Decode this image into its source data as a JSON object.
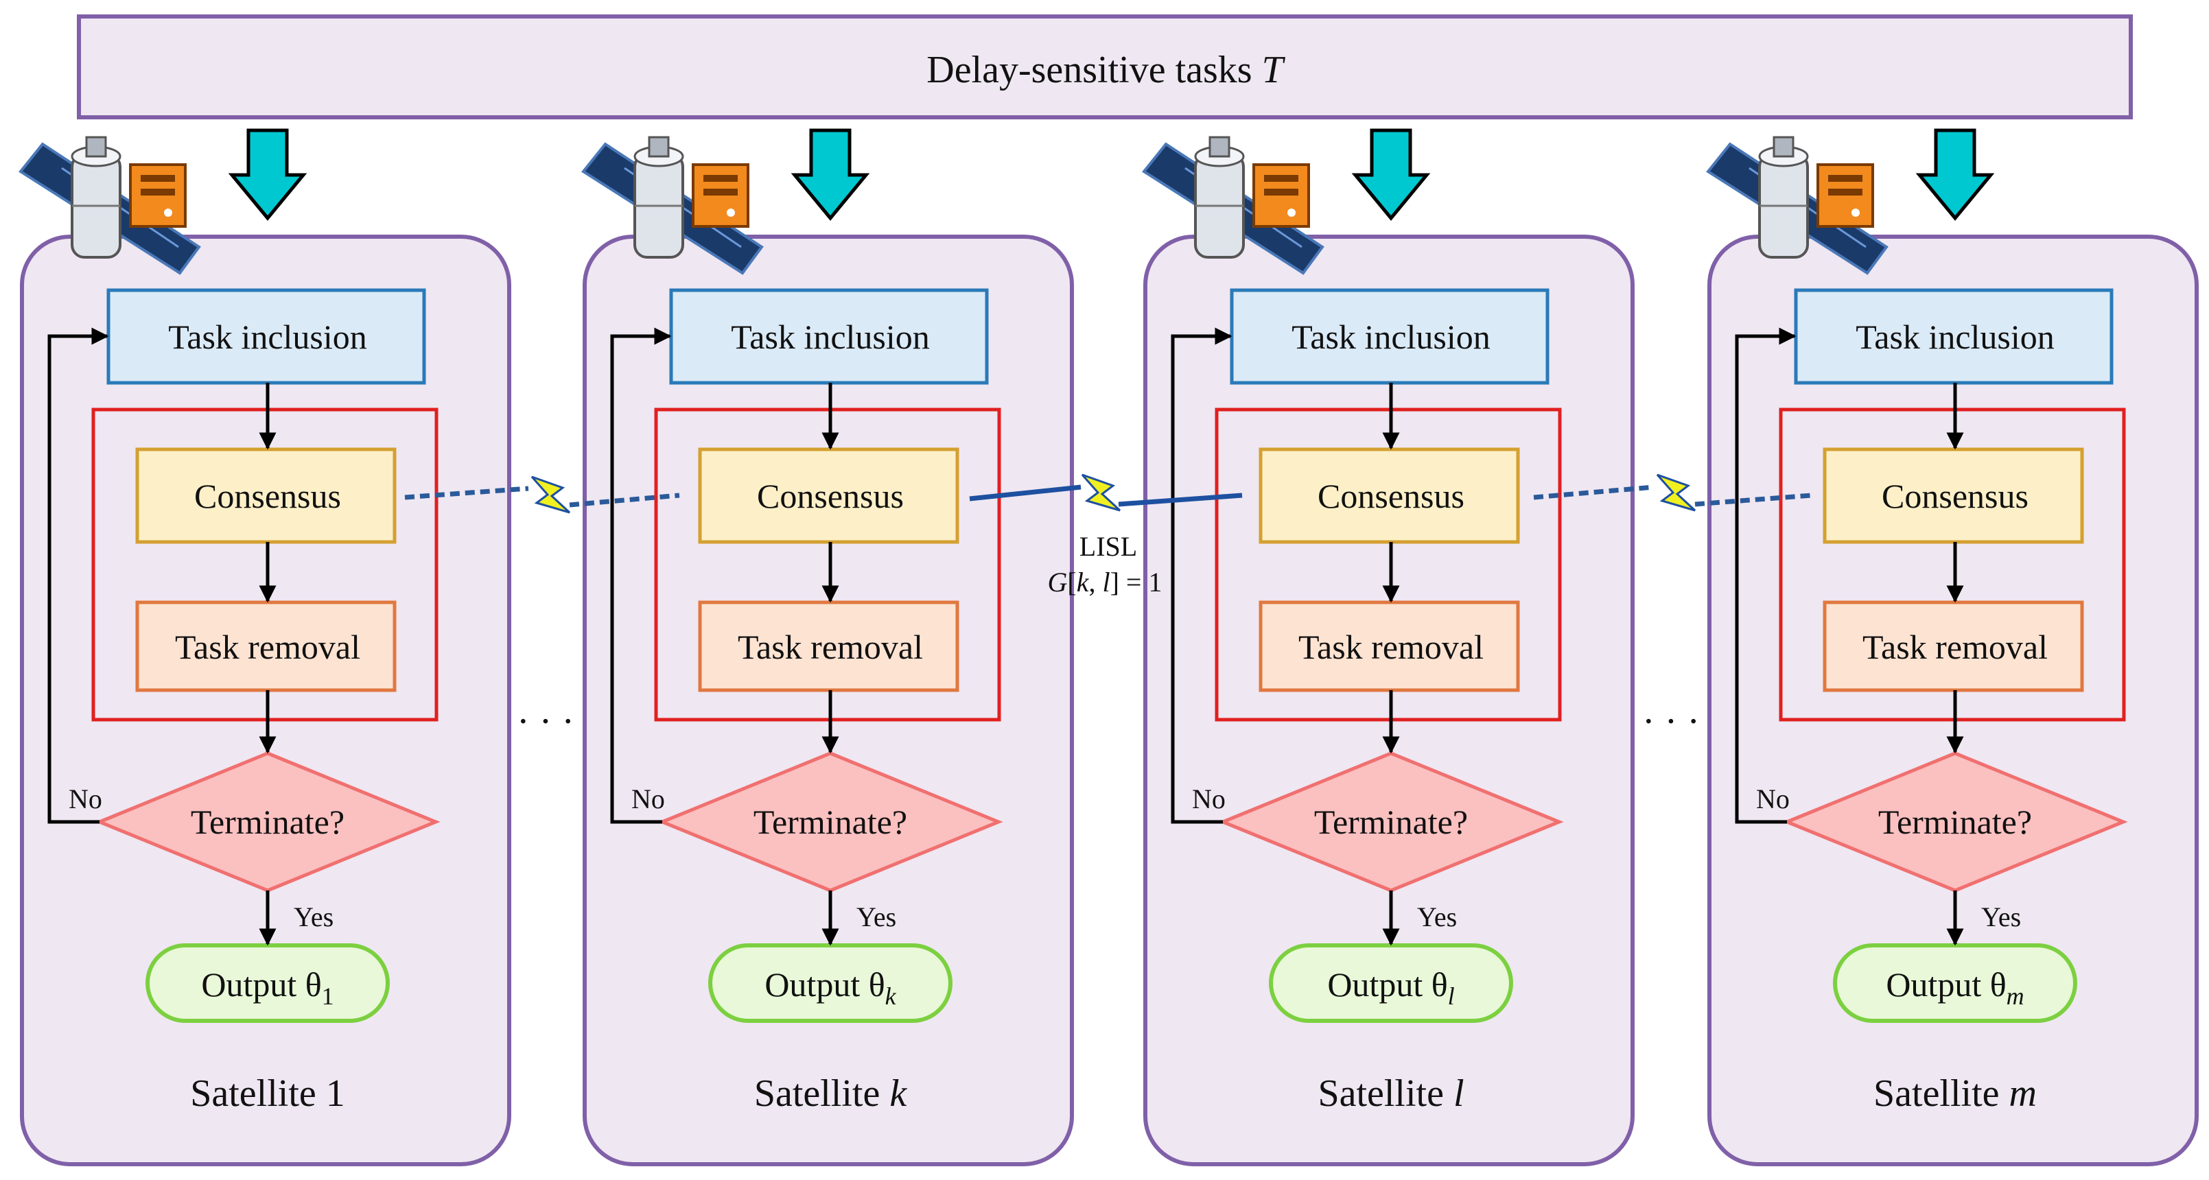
{
  "header": {
    "prefix": "Delay-sensitive tasks ",
    "symbol": "T"
  },
  "satellites": [
    {
      "name_prefix": "Satellite ",
      "name_index": "1",
      "name_index_italic": false,
      "output_prefix": "Output  θ",
      "output_sub": "1",
      "output_sub_italic": false
    },
    {
      "name_prefix": "Satellite ",
      "name_index": "k",
      "name_index_italic": true,
      "output_prefix": "Output  θ",
      "output_sub": "k",
      "output_sub_italic": true
    },
    {
      "name_prefix": "Satellite ",
      "name_index": "l",
      "name_index_italic": true,
      "output_prefix": "Output  θ",
      "output_sub": "l",
      "output_sub_italic": true
    },
    {
      "name_prefix": "Satellite ",
      "name_index": "m",
      "name_index_italic": true,
      "output_prefix": "Output  θ",
      "output_sub": "m",
      "output_sub_italic": true
    }
  ],
  "steps": {
    "inclusion": "Task inclusion",
    "consensus": "Consensus",
    "removal": "Task removal",
    "terminate": "Terminate?",
    "no": "No",
    "yes": "Yes"
  },
  "link": {
    "label": "LISL",
    "eq_G": "G",
    "eq_open": "[",
    "eq_k": "k",
    "eq_comma": ", ",
    "eq_l": "l",
    "eq_close": "] = 1"
  },
  "ellipsis": "· · ·",
  "colors": {
    "panel_fill": "#efe7f2",
    "panel_stroke": "#8060a8",
    "inclusion_fill": "#dbeaf7",
    "inclusion_stroke": "#2a7ab8",
    "consensus_fill": "#fdf0c8",
    "consensus_stroke": "#d4a030",
    "removal_fill": "#fde3d2",
    "removal_stroke": "#e07840",
    "group_stroke": "#e02020",
    "terminate_fill": "#fbc0c0",
    "terminate_stroke": "#f07070",
    "output_fill": "#e8f8d8",
    "output_stroke": "#7cd040",
    "arrow_fill": "#00c8d0",
    "link_solid": "#1e50a0",
    "link_dashed": "#2a5a9a",
    "bolt": "#f0f020"
  },
  "icons": [
    "satellite-icon",
    "server-icon",
    "down-arrow-icon",
    "lightning-icon"
  ]
}
